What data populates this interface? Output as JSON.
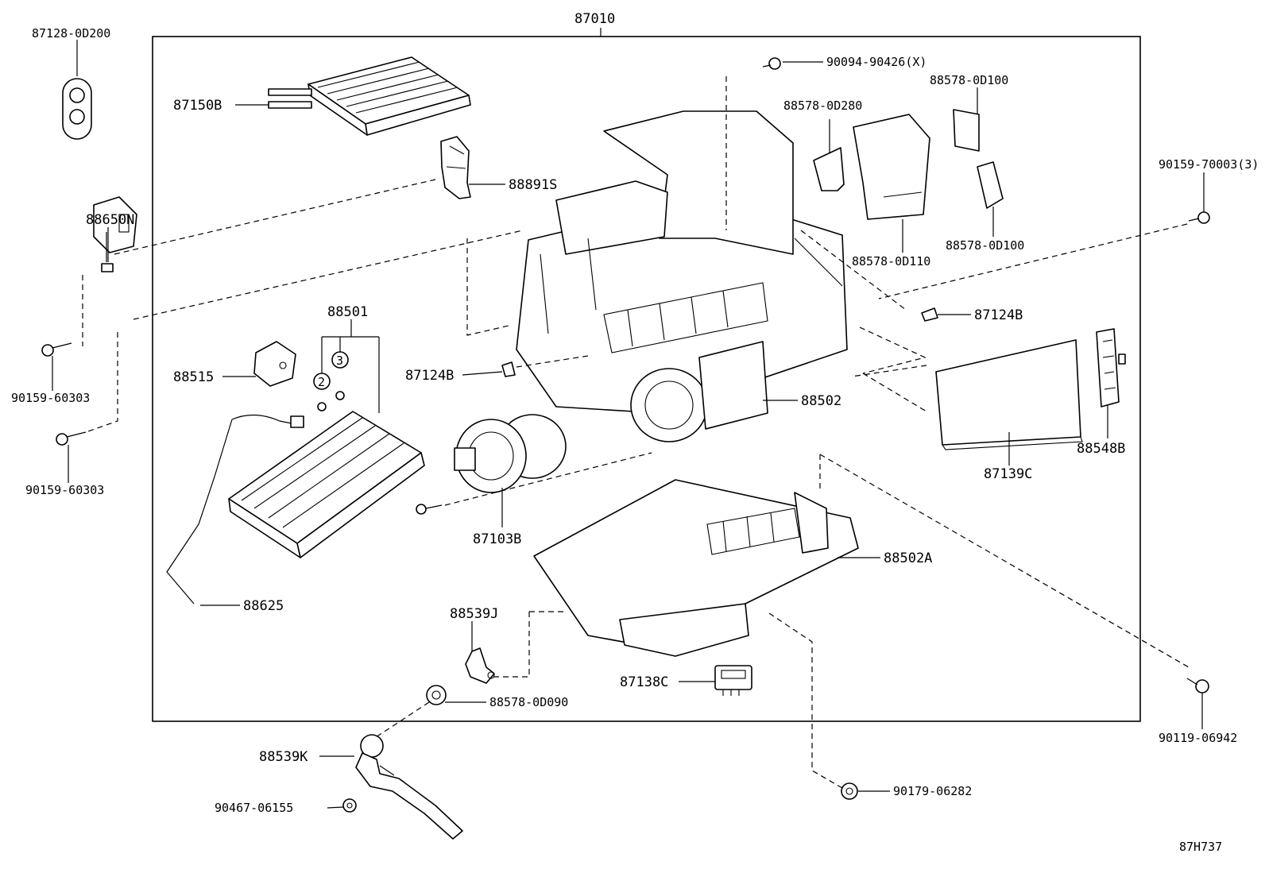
{
  "diagram": {
    "assembly_label": "87010",
    "figure_code": "87H737",
    "sub_callouts": [
      "2",
      "3"
    ],
    "parts": [
      {
        "key": "p87128",
        "label": "87128-0D200"
      },
      {
        "key": "p87150",
        "label": "87150B"
      },
      {
        "key": "p88891",
        "label": "88891S"
      },
      {
        "key": "p88650",
        "label": "88650N"
      },
      {
        "key": "p90159a",
        "label": "90159-60303"
      },
      {
        "key": "p90159b",
        "label": "90159-60303"
      },
      {
        "key": "p88501",
        "label": "88501"
      },
      {
        "key": "p88515",
        "label": "88515"
      },
      {
        "key": "p88625",
        "label": "88625"
      },
      {
        "key": "p87124a",
        "label": "87124B"
      },
      {
        "key": "p87103",
        "label": "87103B"
      },
      {
        "key": "p88502",
        "label": "88502"
      },
      {
        "key": "p88502a",
        "label": "88502A"
      },
      {
        "key": "p88539j",
        "label": "88539J"
      },
      {
        "key": "p88578_090",
        "label": "88578-0D090"
      },
      {
        "key": "p87138",
        "label": "87138C"
      },
      {
        "key": "p88539k",
        "label": "88539K"
      },
      {
        "key": "p90467",
        "label": "90467-06155"
      },
      {
        "key": "p90179",
        "label": "90179-06282"
      },
      {
        "key": "p90094",
        "label": "90094-90426(X)"
      },
      {
        "key": "p88578_280",
        "label": "88578-0D280"
      },
      {
        "key": "p88578_100a",
        "label": "88578-0D100"
      },
      {
        "key": "p88578_110",
        "label": "88578-0D110"
      },
      {
        "key": "p88578_100b",
        "label": "88578-0D100"
      },
      {
        "key": "p90159c",
        "label": "90159-70003(3)"
      },
      {
        "key": "p87124b",
        "label": "87124B"
      },
      {
        "key": "p87139",
        "label": "87139C"
      },
      {
        "key": "p88548",
        "label": "88548B"
      },
      {
        "key": "p90119",
        "label": "90119-06942"
      }
    ]
  }
}
